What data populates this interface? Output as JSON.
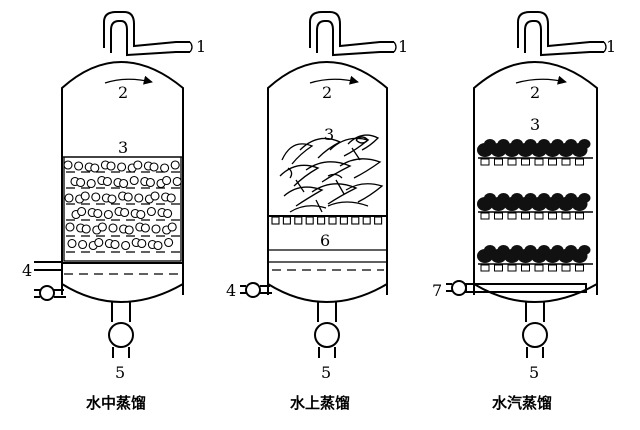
{
  "vessels": [
    {
      "caption": "水中蒸馏",
      "labels": {
        "outlet": "1",
        "vapor": "2",
        "material": "3",
        "inlet": "4",
        "drain": "5"
      }
    },
    {
      "caption": "水上蒸馏",
      "labels": {
        "outlet": "1",
        "vapor": "2",
        "material": "3",
        "inlet": "4",
        "drain": "5",
        "water": "6"
      }
    },
    {
      "caption": "水汽蒸馏",
      "labels": {
        "outlet": "1",
        "vapor": "2",
        "material": "3",
        "drain": "5",
        "steam": "7"
      }
    }
  ]
}
